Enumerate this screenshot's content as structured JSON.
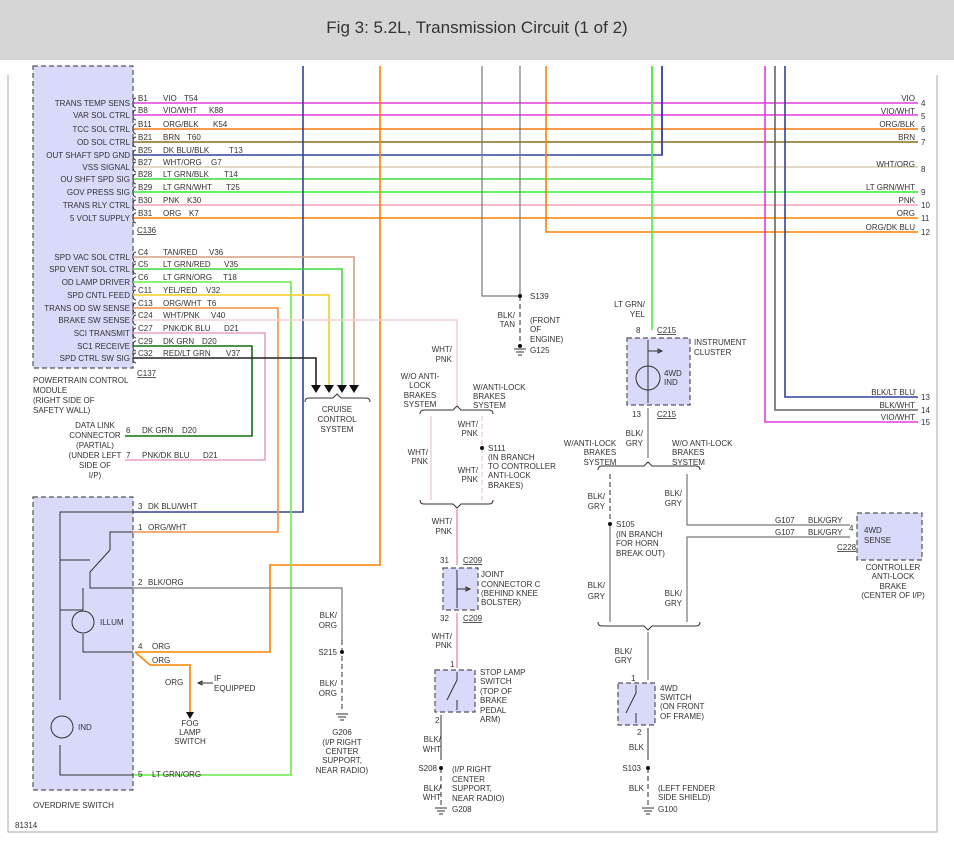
{
  "title": "Fig 3: 5.2L, Transmission Circuit (1 of 2)",
  "figure_id": "81314",
  "pcm": {
    "name_lines": [
      "POWERTRAIN CONTROL",
      "MODULE",
      "(RIGHT SIDE OF",
      "SAFETY WALL)"
    ],
    "connector_b": "C136",
    "connector_c": "C137",
    "b_pins": [
      {
        "label": "TRANS TEMP SENS",
        "pin": "B1",
        "color": "VIO",
        "circuit": "T54",
        "hex": "#e23be2"
      },
      {
        "label": "VAR SOL CTRL",
        "pin": "B8",
        "color": "VIO/WHT",
        "circuit": "K88",
        "hex": "#e23be2"
      },
      {
        "label": "TCC SOL CTRL",
        "pin": "B11",
        "color": "ORG/BLK",
        "circuit": "K54",
        "hex": "#f07a10"
      },
      {
        "label": "OD SOL CTRL",
        "pin": "B21",
        "color": "BRN",
        "circuit": "T60",
        "hex": "#8b6d1e"
      },
      {
        "label": "OUT SHAFT SPD GND",
        "pin": "B25",
        "color": "DK BLU/BLK",
        "circuit": "T13",
        "hex": "#34449a"
      },
      {
        "label": "VSS SIGNAL",
        "pin": "B27",
        "color": "WHT/ORG",
        "circuit": "G7",
        "hex": "#dccbb4"
      },
      {
        "label": "OU SHFT SPD SIG",
        "pin": "B28",
        "color": "LT GRN/BLK",
        "circuit": "T14",
        "hex": "#3fdc3f"
      },
      {
        "label": "GOV PRESS SIG",
        "pin": "B29",
        "color": "LT GRN/WHT",
        "circuit": "T25",
        "hex": "#2ef02e"
      },
      {
        "label": "TRANS RLY CTRL",
        "pin": "B30",
        "color": "PNK",
        "circuit": "K30",
        "hex": "#f3a2b4"
      },
      {
        "label": "5 VOLT SUPPLY",
        "pin": "B31",
        "color": "ORG",
        "circuit": "K7",
        "hex": "#ff8000"
      }
    ],
    "c_pins": [
      {
        "label": "SPD VAC SOL CTRL",
        "pin": "C4",
        "color": "TAN/RED",
        "circuit": "V36",
        "hex": "#d4a080"
      },
      {
        "label": "SPD VENT SOL CTRL",
        "pin": "C5",
        "color": "LT GRN/RED",
        "circuit": "V35",
        "hex": "#3fdc3f"
      },
      {
        "label": "OD LAMP DRIVER",
        "pin": "C6",
        "color": "LT GRN/ORG",
        "circuit": "T18",
        "hex": "#66ee44"
      },
      {
        "label": "SPD CNTL FEED",
        "pin": "C11",
        "color": "YEL/RED",
        "circuit": "V32",
        "hex": "#f2cf22"
      },
      {
        "label": "TRANS OD SW SENSE",
        "pin": "C13",
        "color": "ORG/WHT",
        "circuit": "T6",
        "hex": "#f39040"
      },
      {
        "label": "BRAKE SW SENSE",
        "pin": "C24",
        "color": "WHT/PNK",
        "circuit": "V40",
        "hex": "#f0d2d8"
      },
      {
        "label": "SCI TRANSMIT",
        "pin": "C27",
        "color": "PNK/DK BLU",
        "circuit": "D21",
        "hex": "#e6a0c4"
      },
      {
        "label": "SC1 RECEIVE",
        "pin": "C29",
        "color": "DK GRN",
        "circuit": "D20",
        "hex": "#107010"
      },
      {
        "label": "SPD CTRL SW SIG",
        "pin": "C32",
        "color": "RED/LT GRN",
        "circuit": "V37",
        "hex": "#222222"
      }
    ]
  },
  "right_labels": [
    {
      "color": "VIO",
      "num": "4"
    },
    {
      "color": "VIO/WHT",
      "num": "5"
    },
    {
      "color": "ORG/BLK",
      "num": "6"
    },
    {
      "color": "BRN",
      "num": "7"
    },
    {
      "color": "WHT/ORG",
      "num": "8"
    },
    {
      "color": "LT GRN/WHT",
      "num": "9"
    },
    {
      "color": "PNK",
      "num": "10"
    },
    {
      "color": "ORG",
      "num": "11"
    },
    {
      "color": "ORG/DK BLU",
      "num": "12"
    },
    {
      "color": "BLK/LT BLU",
      "num": "13"
    },
    {
      "color": "BLK/WHT",
      "num": "14"
    },
    {
      "color": "VIO/WHT",
      "num": "15"
    }
  ],
  "cruise": {
    "lines": [
      "CRUISE",
      "CONTROL",
      "SYSTEM"
    ]
  },
  "dlc": {
    "lines": [
      "DATA LINK",
      "CONNECTOR",
      "(PARTIAL)",
      "(UNDER LEFT",
      "SIDE OF",
      "I/P)"
    ],
    "pins": [
      {
        "pin": "6",
        "color": "DK GRN",
        "circuit": "D20"
      },
      {
        "pin": "7",
        "color": "PNK/DK BLU",
        "circuit": "D21"
      }
    ]
  },
  "overdrive_switch": {
    "name": "OVERDRIVE SWITCH",
    "illum": "ILLUM",
    "ind": "IND",
    "pins": [
      {
        "pin": "3",
        "color": "DK BLU/WHT"
      },
      {
        "pin": "1",
        "color": "ORG/WHT"
      },
      {
        "pin": "2",
        "color": "BLK/ORG"
      },
      {
        "pin": "4",
        "color": "ORG"
      },
      {
        "pin": "5",
        "color": "LT GRN/ORG"
      }
    ],
    "org2": "ORG",
    "org3": "ORG",
    "if_equipped": [
      "IF",
      "EQUIPPED"
    ],
    "fog_lamp": [
      "FOG",
      "LAMP",
      "SWITCH"
    ]
  },
  "s215": {
    "splice": "S215",
    "wire_top": [
      "BLK/",
      "ORG"
    ],
    "wire_bottom": [
      "BLK/",
      "ORG"
    ],
    "ground": [
      "G206",
      "(I/P RIGHT",
      "CENTER",
      "SUPPORT,",
      "NEAR RADIO)"
    ]
  },
  "s139": {
    "splice": "S139",
    "wire": [
      "BLK/",
      "TAN"
    ],
    "location": [
      "(FRONT",
      "OF",
      "ENGINE)"
    ],
    "ground": "G125"
  },
  "brake_branch": {
    "wire": [
      "WHT/",
      "PNK"
    ],
    "wo_abs": [
      "W/O ANTI-",
      "LOCK",
      "BRAKES",
      "SYSTEM"
    ],
    "w_abs": [
      "W/ANTI-LOCK",
      "BRAKES",
      "SYSTEM"
    ],
    "left_wire": [
      "WHT/",
      "PNK"
    ],
    "right_wire_top": [
      "WHT/",
      "PNK"
    ],
    "right_wire_bottom": [
      "WHT/",
      "PNK"
    ],
    "s111": [
      "S111",
      "(IN BRANCH",
      "TO CONTROLLER",
      "ANTI-LOCK",
      "BRAKES)"
    ],
    "wire_below": [
      "WHT/",
      "PNK"
    ]
  },
  "joint_connector": {
    "pin_top": "31",
    "pin_bottom": "32",
    "connector": "C209",
    "lines": [
      "JOINT",
      "CONNECTOR C",
      "(BEHIND KNEE",
      "BOLSTER)"
    ],
    "wire_below": [
      "WHT/",
      "PNK"
    ]
  },
  "stop_lamp": {
    "pin_top": "1",
    "pin_bottom": "2",
    "lines": [
      "STOP LAMP",
      "SWITCH",
      "(TOP OF",
      "BRAKE",
      "PEDAL",
      "ARM)"
    ],
    "wire1": [
      "BLK/",
      "WHT"
    ],
    "splice": "S208",
    "location": [
      "(I/P RIGHT",
      "CENTER",
      "SUPPORT,",
      "NEAR RADIO)"
    ],
    "wire2": [
      "BLK/",
      "WHT"
    ],
    "ground": "G208"
  },
  "cluster": {
    "wire_in": [
      "LT GRN/",
      "YEL"
    ],
    "pin_top": "8",
    "pin_bottom": "13",
    "connector": "C215",
    "lines": [
      "INSTRUMENT",
      "CLUSTER"
    ],
    "ind": [
      "4WD",
      "IND"
    ],
    "wire_out": [
      "BLK/",
      "GRY"
    ]
  },
  "fourwd_branch": {
    "w_abs": [
      "W/ANTI-LOCK",
      "BRAKES",
      "SYSTEM"
    ],
    "wo_abs": [
      "W/O ANTI-LOCK",
      "BRAKES",
      "SYSTEM"
    ],
    "left_top": [
      "BLK/",
      "GRY"
    ],
    "s105": [
      "S105",
      "(IN BRANCH",
      "FOR HORN",
      "BREAK OUT)"
    ],
    "left_bottom": [
      "BLK/",
      "GRY"
    ],
    "right_top": [
      "BLK/",
      "GRY"
    ],
    "right_bottom": [
      "BLK/",
      "GRY"
    ],
    "g107_a": "G107",
    "g107_a_color": "BLK/GRY",
    "g107_b": "G107",
    "g107_b_color": "BLK/GRY",
    "wire_below": [
      "BLK/",
      "GRY"
    ]
  },
  "abs_controller": {
    "pin": "4",
    "connector": "C228",
    "box": [
      "4WD",
      "SENSE"
    ],
    "lines": [
      "CONTROLLER",
      "ANTI-LOCK",
      "BRAKE",
      "(CENTER OF I/P)"
    ]
  },
  "fourwd_switch": {
    "pin_top": "1",
    "pin_bottom": "2",
    "lines": [
      "4WD",
      "SWITCH",
      "(ON FRONT",
      "OF FRAME)"
    ],
    "wire1": "BLK",
    "splice": "S103",
    "wire2": "BLK",
    "location": [
      "(LEFT FENDER",
      "SIDE SHIELD)"
    ],
    "ground": "G100"
  }
}
